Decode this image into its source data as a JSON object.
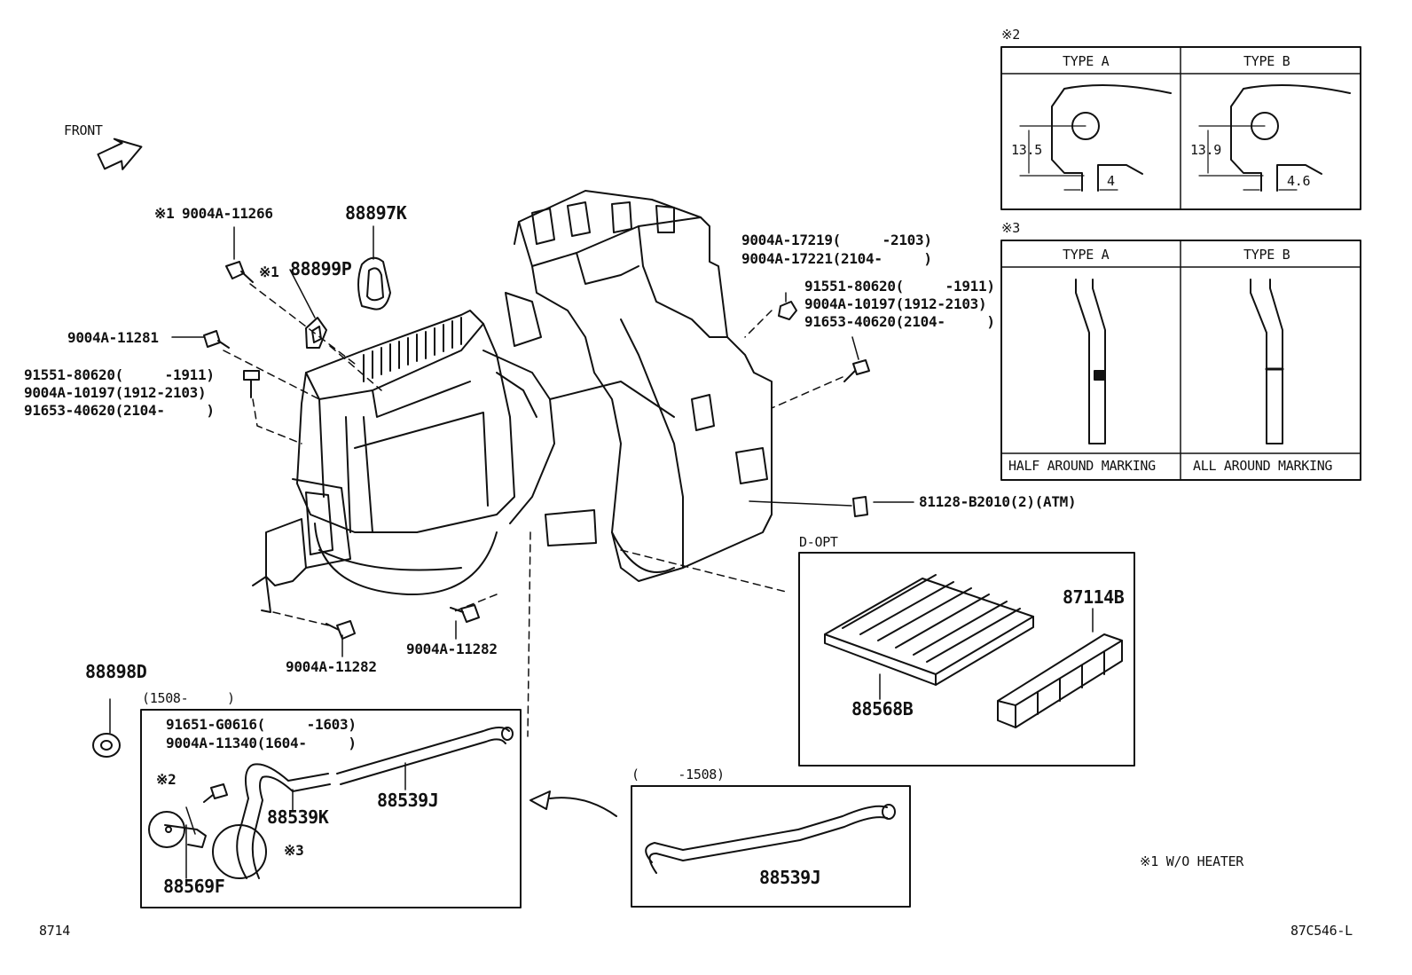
{
  "front_label": "FRONT",
  "top_callouts": {
    "c1_mark": "※1",
    "c1_part": "9004A-11266",
    "pn_88897k": "88897K",
    "c2_mark": "※1",
    "pn_88899p": "88899P"
  },
  "left_callouts": {
    "pn_11281": "9004A-11281",
    "line1": "91551-80620(     -1911)",
    "line2": "9004A-10197(1912-2103)",
    "line3": "91653-40620(2104-     )"
  },
  "right_callouts": {
    "a1": "9004A-17219(     -2103)",
    "a2": "9004A-17221(2104-     )",
    "b1": "91551-80620(     -1911)",
    "b2": "9004A-10197(1912-2103)",
    "b3": "91653-40620(2104-     )",
    "clip": "81128-B2010(2)(ATM)"
  },
  "bottom_bolts": {
    "left": "9004A-11282",
    "right": "9004A-11282"
  },
  "grommet": "88898D",
  "hose_box_new": {
    "period": "(1508-     )",
    "l1": "91651-G0616(     -1603)",
    "l2": "9004A-11340(1604-     )",
    "mark2": "※2",
    "mark3": "※3",
    "pn_k": "88539K",
    "pn_j": "88539J",
    "pn_f": "88569F"
  },
  "hose_box_old": {
    "period": "(     -1508)",
    "pn_j": "88539J"
  },
  "dopt": {
    "title": "D-OPT",
    "filter": "88568B",
    "cover": "87114B"
  },
  "type_box_2": {
    "mark": "※2",
    "type_a": "TYPE A",
    "type_b": "TYPE B",
    "a_dim_h": "13.5",
    "a_dim_w": "4",
    "b_dim_h": "13.9",
    "b_dim_w": "4.6"
  },
  "type_box_3": {
    "mark": "※3",
    "type_a": "TYPE A",
    "type_b": "TYPE B",
    "a_caption": "HALF AROUND MARKING",
    "b_caption": "ALL AROUND MARKING"
  },
  "footnote": "※1 W/O HEATER",
  "page_ref": "8714",
  "figure_id": "87C546-L"
}
